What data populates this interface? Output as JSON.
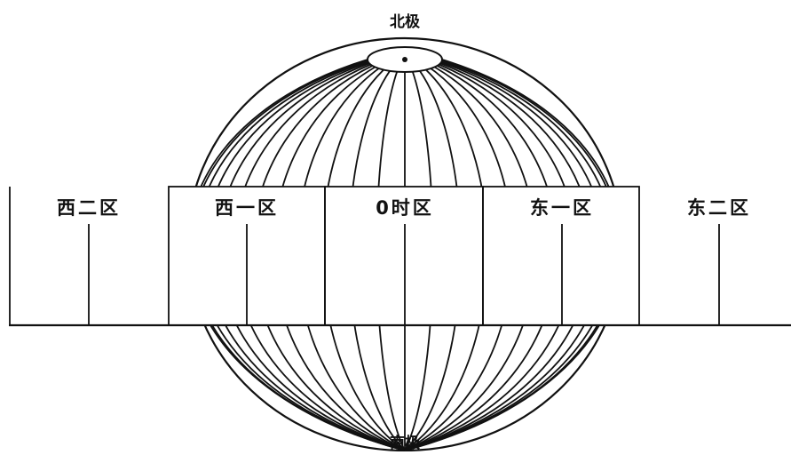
{
  "diagram": {
    "north_pole_label": "北极",
    "south_pole_label": "南极",
    "time_zones": [
      {
        "id": "west-2",
        "label": "西二区"
      },
      {
        "id": "west-1",
        "label": "西一区"
      },
      {
        "id": "zone-0",
        "label": "0时区"
      },
      {
        "id": "east-1",
        "label": "东一区"
      },
      {
        "id": "east-2",
        "label": "东二区"
      }
    ],
    "colors": {
      "line": "#111111",
      "background": "#ffffff"
    }
  }
}
